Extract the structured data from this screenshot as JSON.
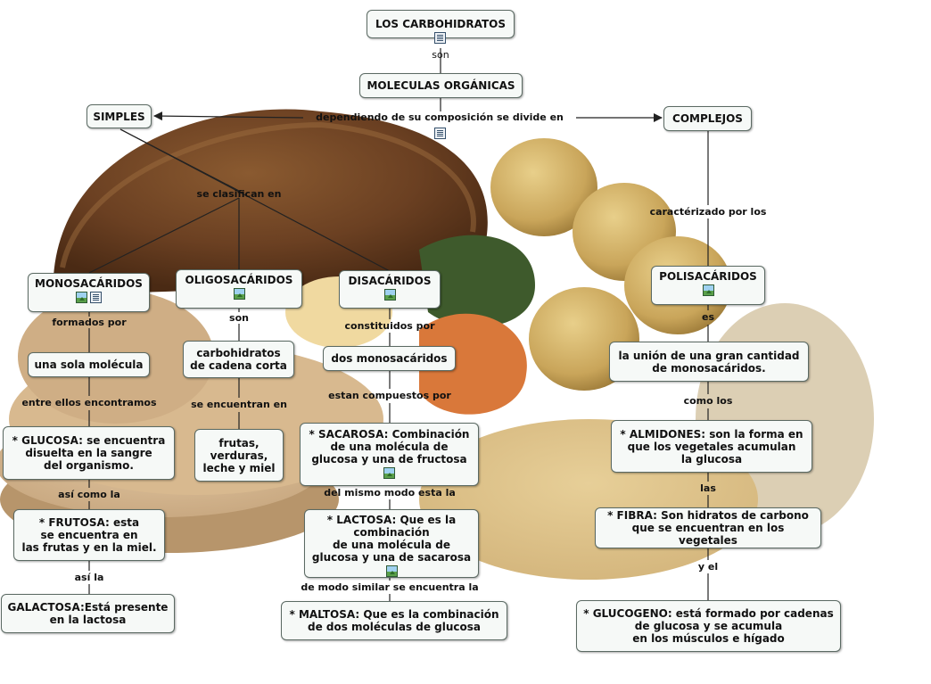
{
  "nodes": {
    "carbohidratos": "LOS CARBOHIDRATOS",
    "moleculas": "MOLECULAS ORGÁNICAS",
    "simples": "SIMPLES",
    "complejos": "COMPLEJOS",
    "monosacaridos": "MONOSACÁRIDOS",
    "oligosacaridos": "OLIGOSACÁRIDOS",
    "disacaridos": "DISACÁRIDOS",
    "polisacaridos": "POLISACÁRIDOS",
    "una_sola": "una sola molécula",
    "cadena_corta": "carbohidratos\nde cadena corta",
    "dos_mono": "dos monosacáridos",
    "union": "la unión de una gran cantidad\nde monosacáridos.",
    "glucosa": "* GLUCOSA: se encuentra\ndisuelta en la sangre\ndel organismo.",
    "frutas": "frutas,\nverduras,\nleche y miel",
    "sacarosa": "* SACAROSA: Combinación\nde una molécula de\nglucosa y una de fructosa",
    "almidones": "* ALMIDONES: son la forma en\nque los vegetales acumulan\nla glucosa",
    "frutosa": "* FRUTOSA: esta\nse encuentra en\nlas frutas y en la miel.",
    "lactosa": "* LACTOSA: Que es la\ncombinación\nde una molécula de\nglucosa y una de sacarosa",
    "fibra": "* FIBRA: Son hidratos de carbono\nque se encuentran en los vegetales",
    "galactosa": "GALACTOSA:Está presente\nen la lactosa",
    "maltosa": "* MALTOSA: Que es la combinación\nde dos moléculas de glucosa",
    "glucogeno": "* GLUCOGENO: está formado por cadenas\nde glucosa y se acumula\nen los músculos e hígado"
  },
  "links": {
    "son1": "son",
    "dependiendo": "dependiendo de su composición se divide en",
    "clasifican": "se clasifican en",
    "caracterizado": "caractérizado por los",
    "formados": "formados por",
    "son2": "son",
    "constituidos": "constituidos por",
    "es": "es",
    "entre_ellos": "entre ellos encontramos",
    "se_encuentran": "se encuentran en",
    "compuestos": "estan compuestos por",
    "como_los": "como los",
    "asi_como": "así como la",
    "mismo_modo": "del mismo modo esta la",
    "las": "las",
    "asi_la": "así la",
    "modo_similar": "de modo similar se encuentra la",
    "y_el": "y el"
  },
  "icons": {
    "resource_doc": "document-icon",
    "resource_img": "image-icon"
  },
  "colors": {
    "node_bg": "#f6f9f7",
    "node_border": "#5b6a63",
    "line": "#222222"
  }
}
